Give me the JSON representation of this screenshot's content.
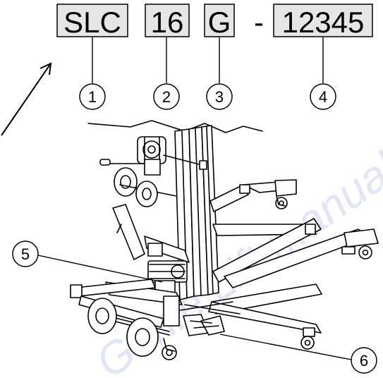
{
  "model_code": {
    "series": "SLC",
    "height": "16",
    "type": "G",
    "dash": "-",
    "serial": "12345"
  },
  "callouts": {
    "c1": "1",
    "c2": "2",
    "c3": "3",
    "c4": "4",
    "c5": "5",
    "c6": "6"
  },
  "watermark": "Genie Lift manual",
  "colors": {
    "ink": "#000000",
    "box_fill": "#e6e6e6",
    "watermark": "#c9d2f2"
  }
}
